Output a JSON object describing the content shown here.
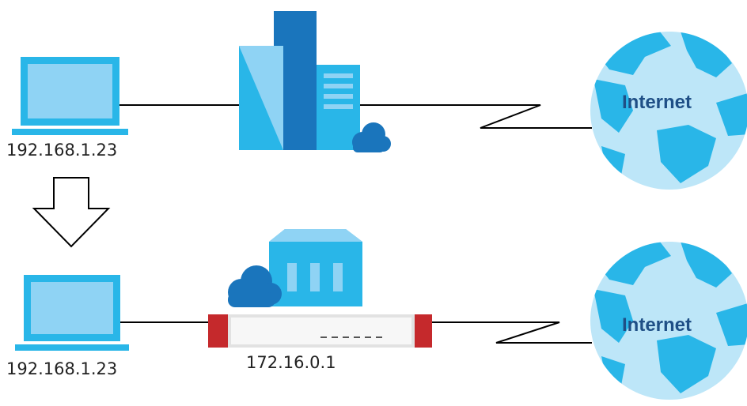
{
  "diagram": {
    "top": {
      "laptop_ip": "192.168.1.23",
      "internet_label": "Internet"
    },
    "bottom": {
      "laptop_ip": "192.168.1.23",
      "gateway_ip": "172.16.0.1",
      "internet_label": "Internet"
    }
  },
  "colors": {
    "light_blue": "#8fd3f4",
    "sky_blue": "#29b6e8",
    "dark_blue": "#1a75bc",
    "globe_sea": "#bde6f8",
    "firewall_red": "#c5292c",
    "line": "#000000"
  },
  "icons": [
    "laptop-icon",
    "building-icon",
    "cloud-icon",
    "globe-icon",
    "down-arrow-icon",
    "firewall-icon"
  ]
}
